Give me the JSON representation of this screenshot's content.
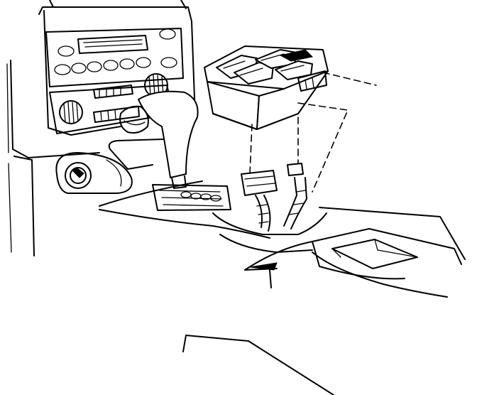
{
  "diagram": {
    "kind": "line-art exploded view",
    "parts": [
      {
        "id": "dash-console",
        "icon": "dashboard-line-art"
      },
      {
        "id": "radio-unit",
        "icon": "radio-faceplate"
      },
      {
        "id": "climate-controls",
        "icon": "hvac-knobs"
      },
      {
        "id": "gear-shifter",
        "icon": "shift-lever"
      },
      {
        "id": "cigarette-lighter",
        "icon": "lighter-socket"
      },
      {
        "id": "power-window-switch",
        "icon": "switch-module"
      },
      {
        "id": "wiring-connector",
        "icon": "electrical-connector"
      },
      {
        "id": "center-console-storage",
        "icon": "storage-bin"
      }
    ]
  }
}
